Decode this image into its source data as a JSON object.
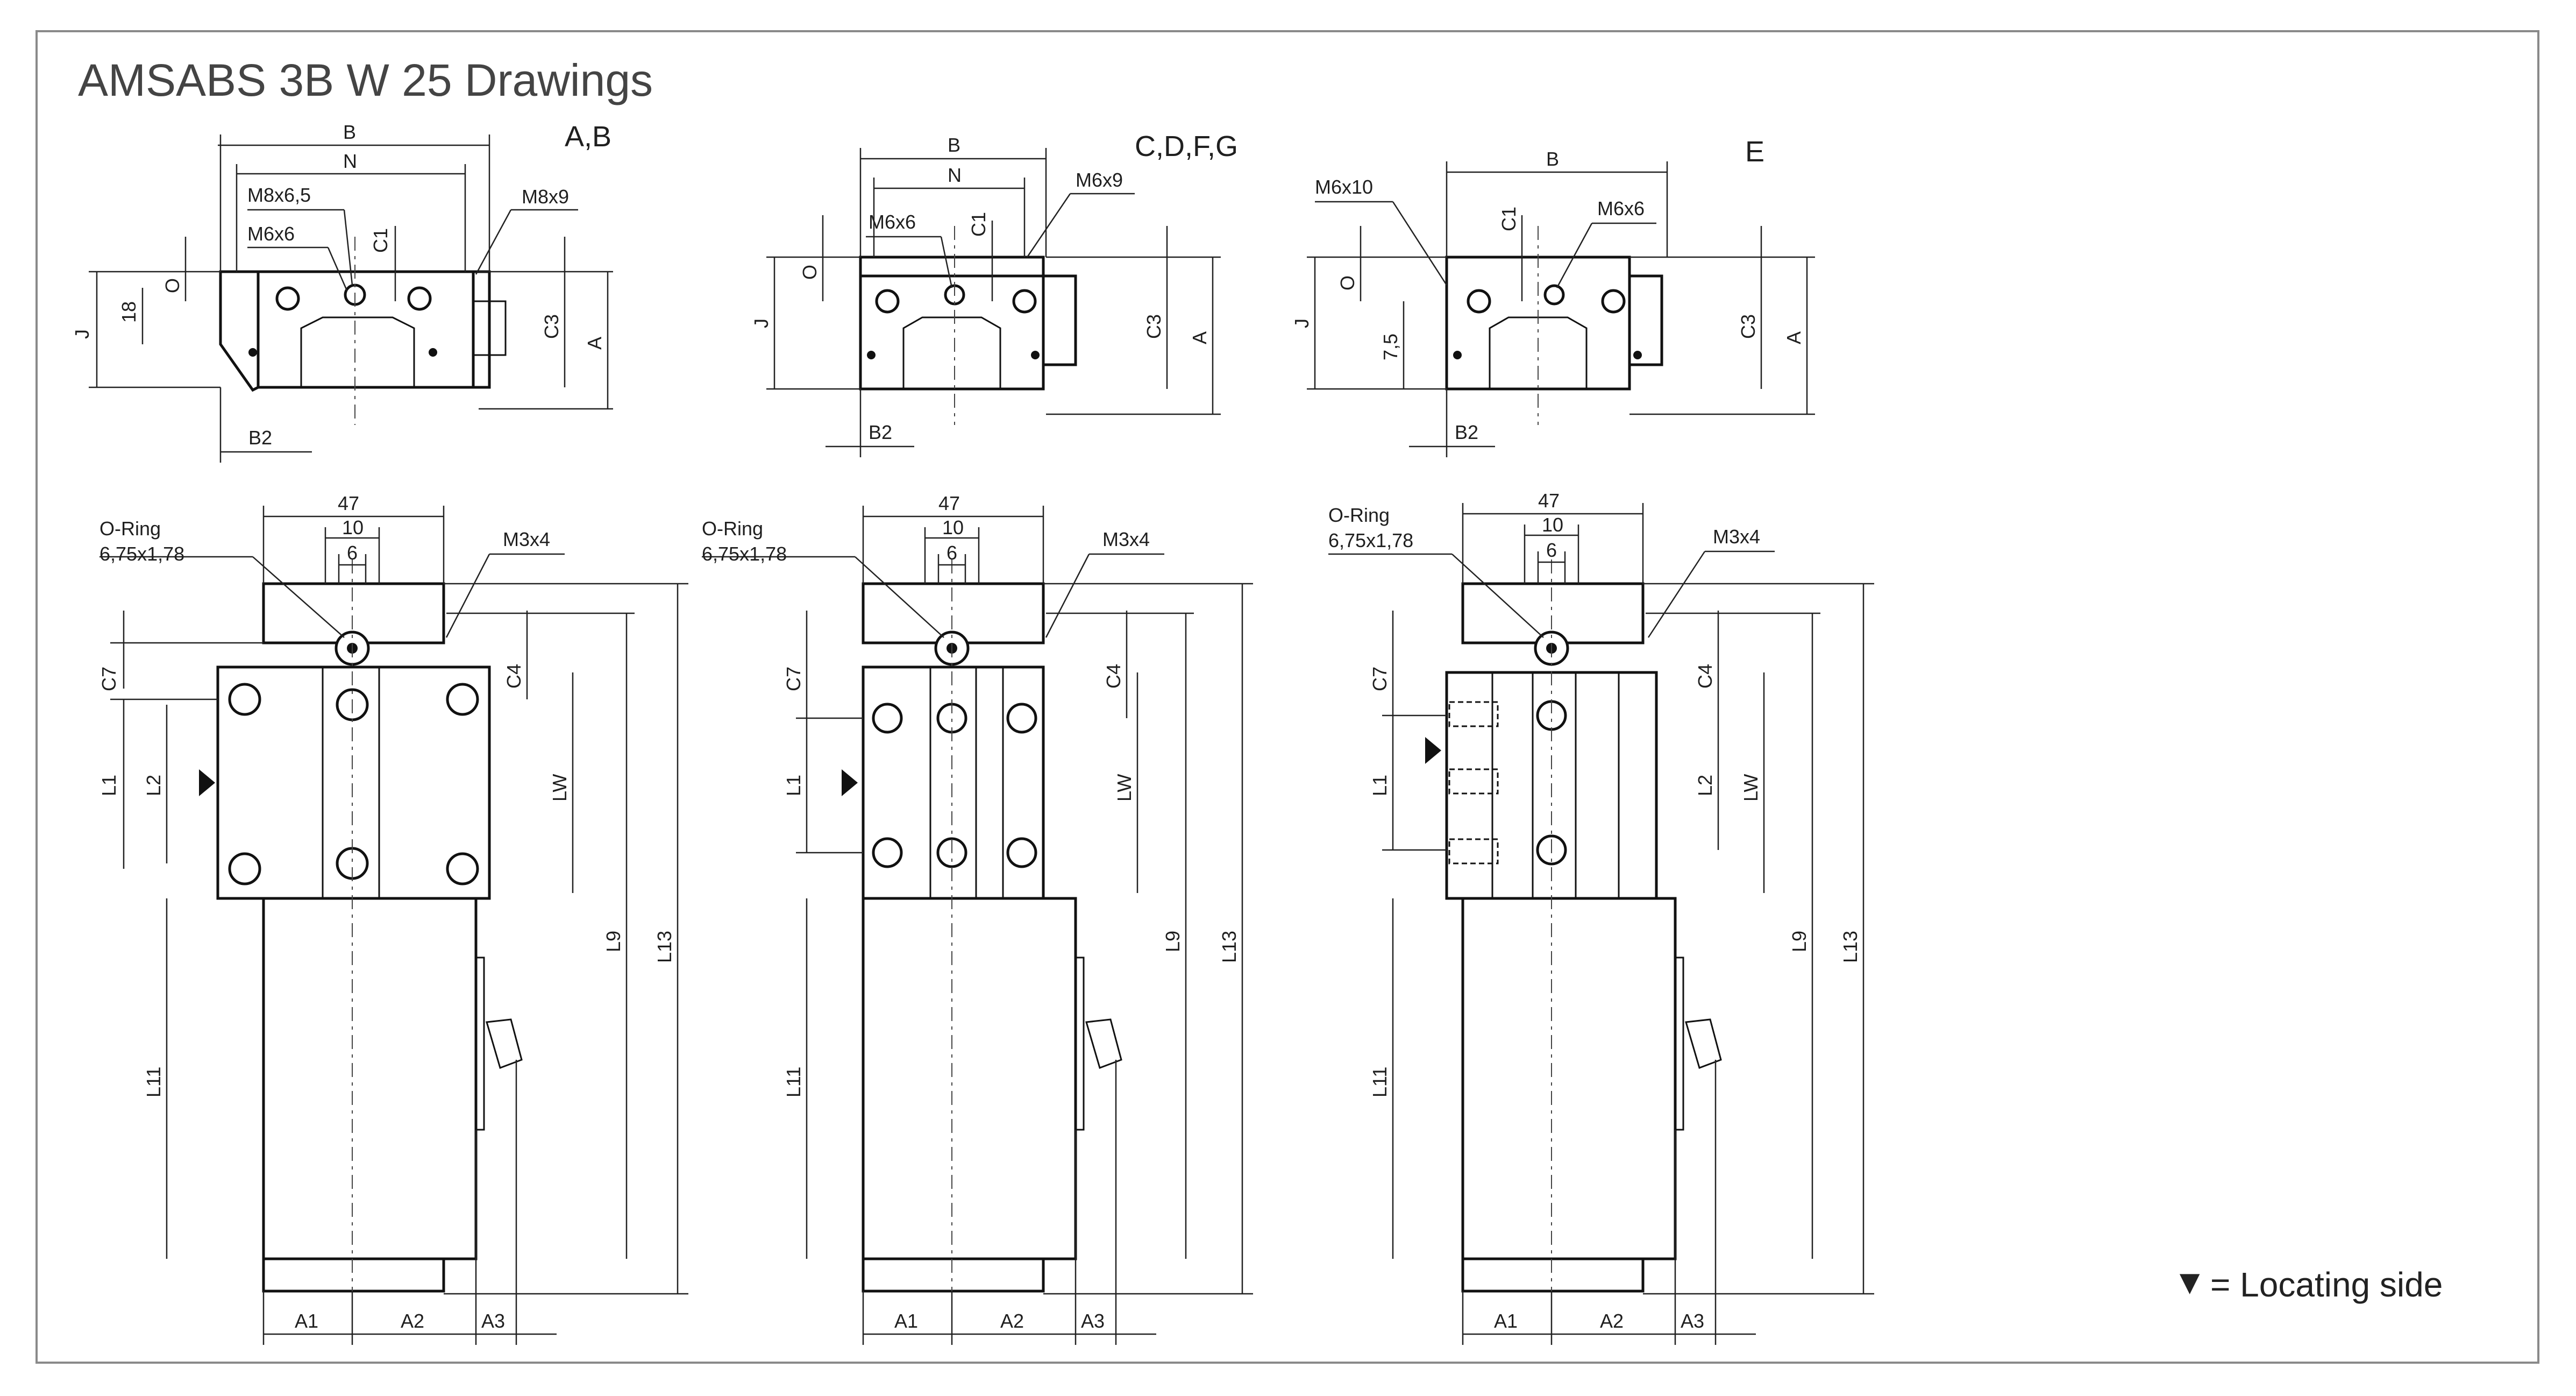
{
  "title": "AMSABS 3B W 25 Drawings",
  "legend": {
    "marker": "▼",
    "text": "= Locating side"
  },
  "views": [
    {
      "variant": "A,B",
      "top": {
        "B": "B",
        "N": "N",
        "M8x6_5": "M8x6,5",
        "M8x9": "M8x9",
        "M6x6": "M6x6",
        "C1": "C1",
        "J": "J",
        "h18": "18",
        "O": "O",
        "C3": "C3",
        "A": "A",
        "B2": "B2"
      },
      "side": {
        "o_ring": "O-Ring",
        "o_ring_size": "6,75x1,78",
        "w47": "47",
        "w10": "10",
        "w6": "6",
        "M3x4": "M3x4",
        "C7": "C7",
        "C4": "C4",
        "L1": "L1",
        "L2": "L2",
        "LW": "LW",
        "L9": "L9",
        "L13": "L13",
        "L11": "L11",
        "A1": "A1",
        "A2": "A2",
        "A3": "A3"
      }
    },
    {
      "variant": "C,D,F,G",
      "top": {
        "B": "B",
        "N": "N",
        "M6x9": "M6x9",
        "M6x6": "M6x6",
        "C1": "C1",
        "J": "J",
        "O": "O",
        "C3": "C3",
        "A": "A",
        "B2": "B2"
      },
      "side": {
        "o_ring": "O-Ring",
        "o_ring_size": "6,75x1,78",
        "w47": "47",
        "w10": "10",
        "w6": "6",
        "M3x4": "M3x4",
        "C7": "C7",
        "C4": "C4",
        "L1": "L1",
        "LW": "LW",
        "L9": "L9",
        "L13": "L13",
        "L11": "L11",
        "A1": "A1",
        "A2": "A2",
        "A3": "A3"
      }
    },
    {
      "variant": "E",
      "top": {
        "B": "B",
        "M6x10": "M6x10",
        "M6x6": "M6x6",
        "C1": "C1",
        "J": "J",
        "O": "O",
        "h7_5": "7,5",
        "C3": "C3",
        "A": "A",
        "B2": "B2"
      },
      "side": {
        "o_ring": "O-Ring",
        "o_ring_size": "6,75x1,78",
        "w47": "47",
        "w10": "10",
        "w6": "6",
        "M3x4": "M3x4",
        "C7": "C7",
        "C4": "C4",
        "L1": "L1",
        "L2": "L2",
        "LW": "LW",
        "L9": "L9",
        "L13": "L13",
        "L11": "L11",
        "A1": "A1",
        "A2": "A2",
        "A3": "A3"
      }
    }
  ]
}
